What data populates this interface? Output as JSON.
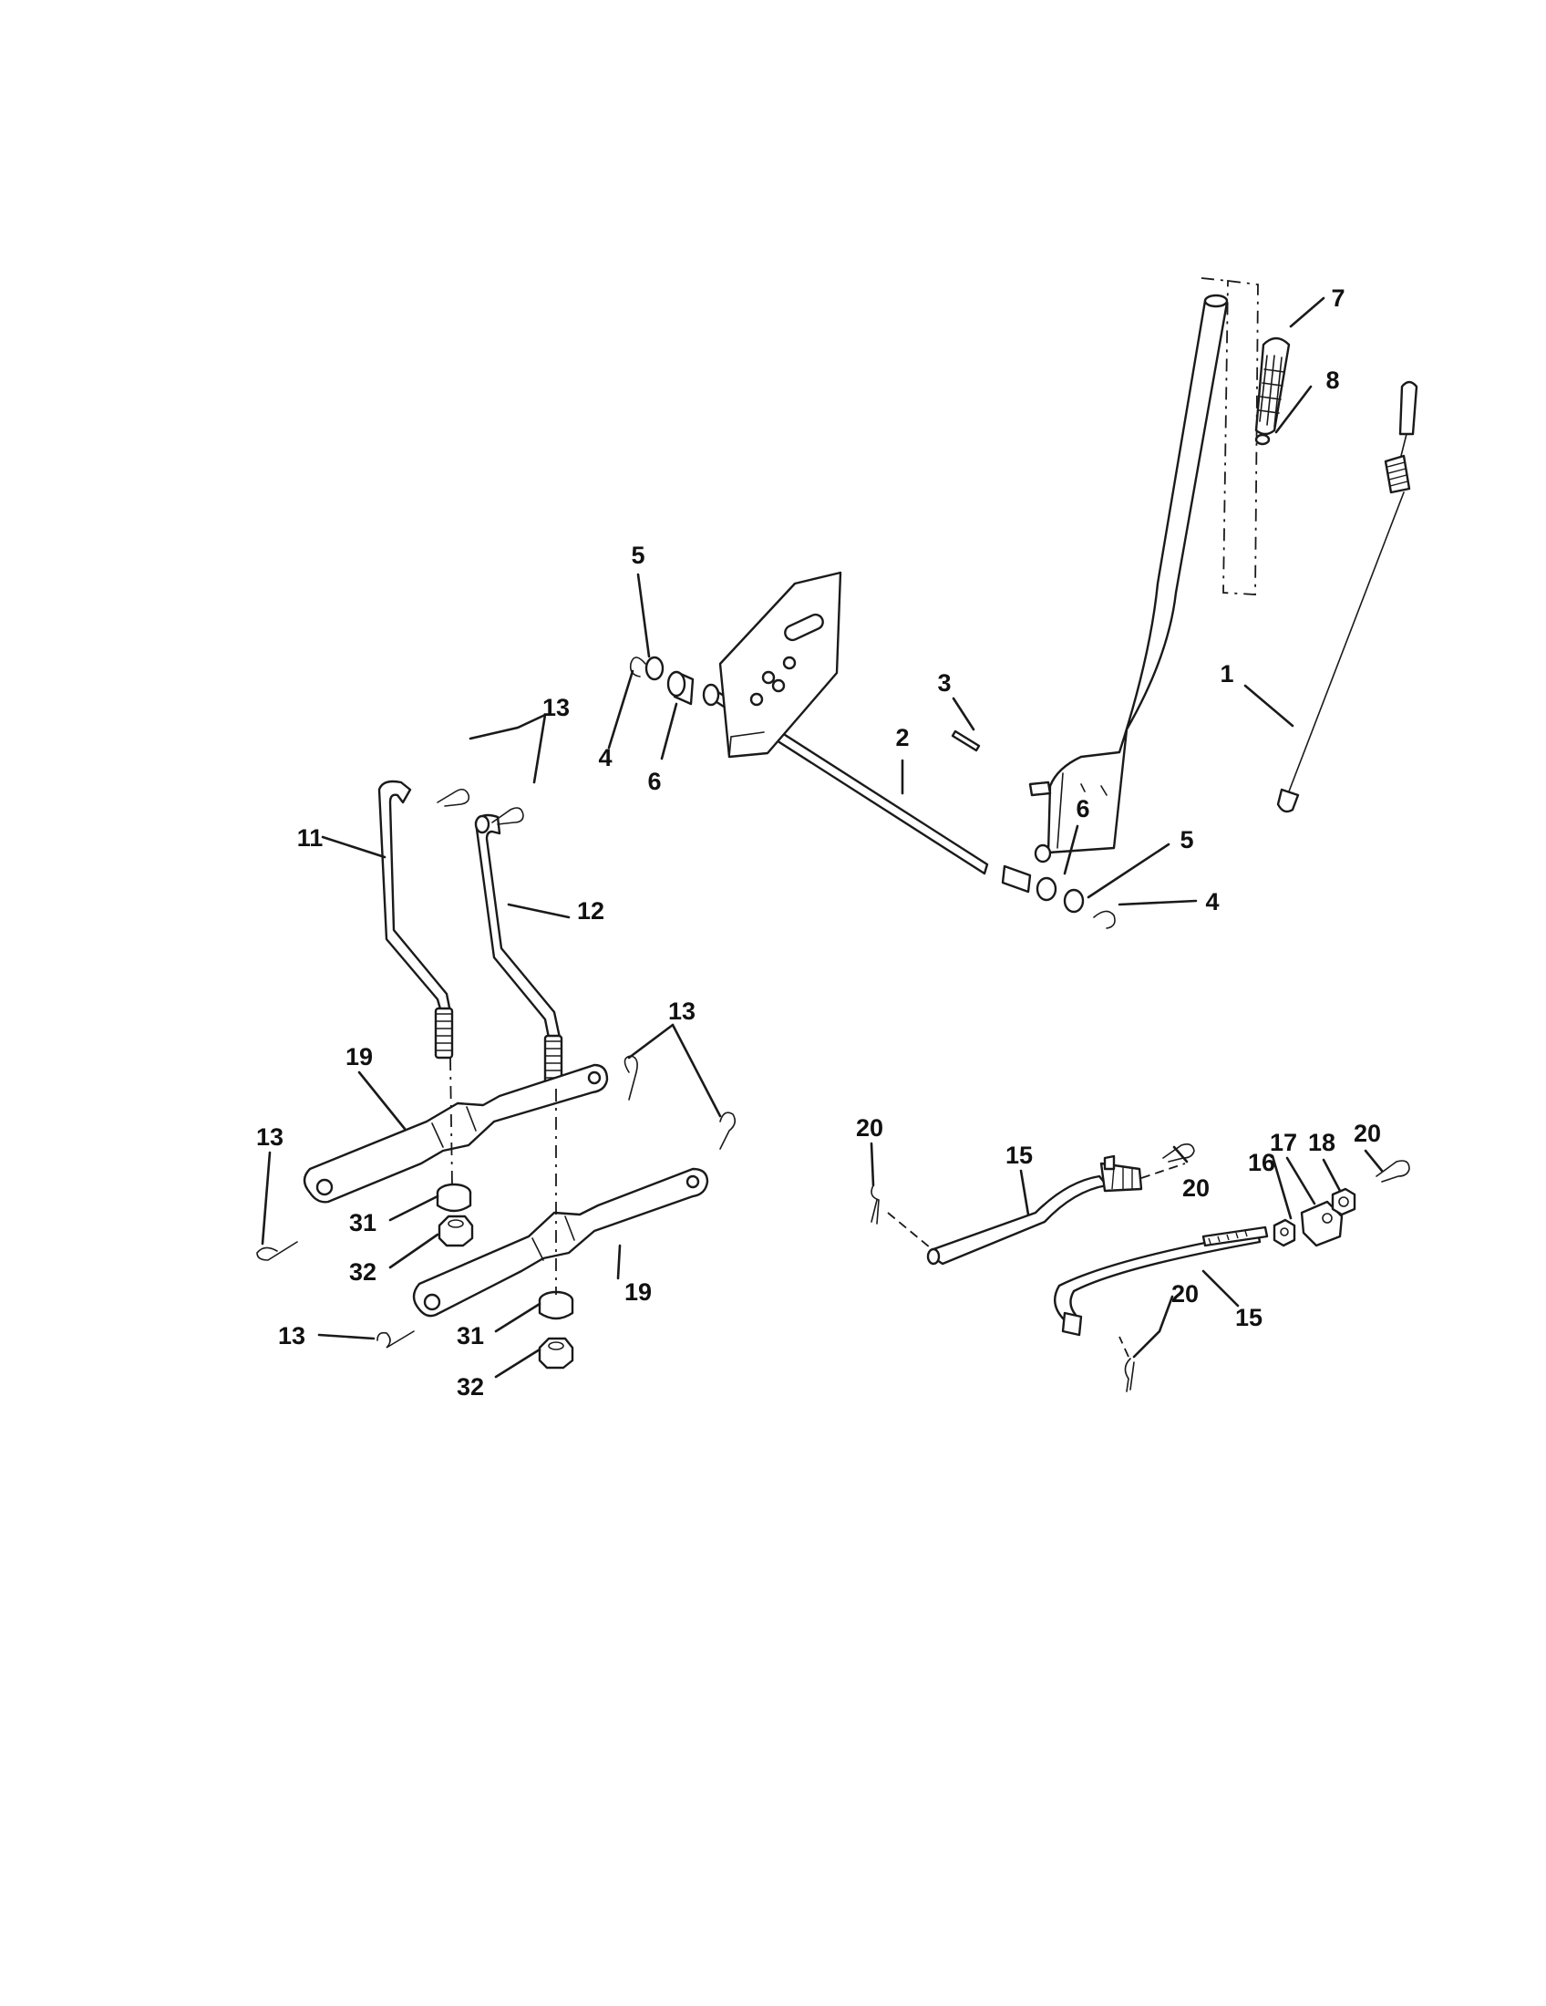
{
  "diagram": {
    "callouts": [
      {
        "id": "c7",
        "label": "7"
      },
      {
        "id": "c8",
        "label": "8"
      },
      {
        "id": "c5a",
        "label": "5"
      },
      {
        "id": "c13a",
        "label": "13"
      },
      {
        "id": "c3",
        "label": "3"
      },
      {
        "id": "c1",
        "label": "1"
      },
      {
        "id": "c2",
        "label": "2"
      },
      {
        "id": "c4a",
        "label": "4"
      },
      {
        "id": "c6a",
        "label": "6"
      },
      {
        "id": "c11",
        "label": "11"
      },
      {
        "id": "c6b",
        "label": "6"
      },
      {
        "id": "c5b",
        "label": "5"
      },
      {
        "id": "c4b",
        "label": "4"
      },
      {
        "id": "c12",
        "label": "12"
      },
      {
        "id": "c13b",
        "label": "13"
      },
      {
        "id": "c19a",
        "label": "19"
      },
      {
        "id": "c13c",
        "label": "13"
      },
      {
        "id": "c20a",
        "label": "20"
      },
      {
        "id": "c15a",
        "label": "15"
      },
      {
        "id": "c20b",
        "label": "20"
      },
      {
        "id": "c17",
        "label": "17"
      },
      {
        "id": "c18",
        "label": "18"
      },
      {
        "id": "c20c",
        "label": "20"
      },
      {
        "id": "c16",
        "label": "16"
      },
      {
        "id": "c31a",
        "label": "31"
      },
      {
        "id": "c32a",
        "label": "32"
      },
      {
        "id": "c19b",
        "label": "19"
      },
      {
        "id": "c20d",
        "label": "20"
      },
      {
        "id": "c15b",
        "label": "15"
      },
      {
        "id": "c13d",
        "label": "13"
      },
      {
        "id": "c31b",
        "label": "31"
      },
      {
        "id": "c32b",
        "label": "32"
      }
    ]
  }
}
